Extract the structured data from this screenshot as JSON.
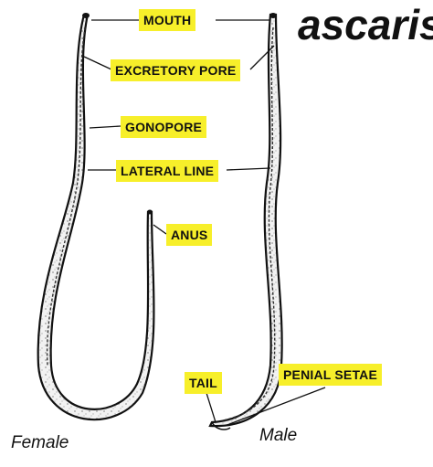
{
  "title": "ascaris",
  "captions": {
    "female": "Female",
    "male": "Male"
  },
  "labels": {
    "mouth": "MOUTH",
    "excretory_pore": "EXCRETORY PORE",
    "gonopore": "GONOPORE",
    "lateral_line": "LATERAL LINE",
    "anus": "ANUS",
    "tail": "TAIL",
    "penial_setae": "PENIAL SETAE"
  },
  "colors": {
    "label_bg": "#f7ef2a",
    "ink": "#111111",
    "worm_fill": "#f2f2f2"
  }
}
